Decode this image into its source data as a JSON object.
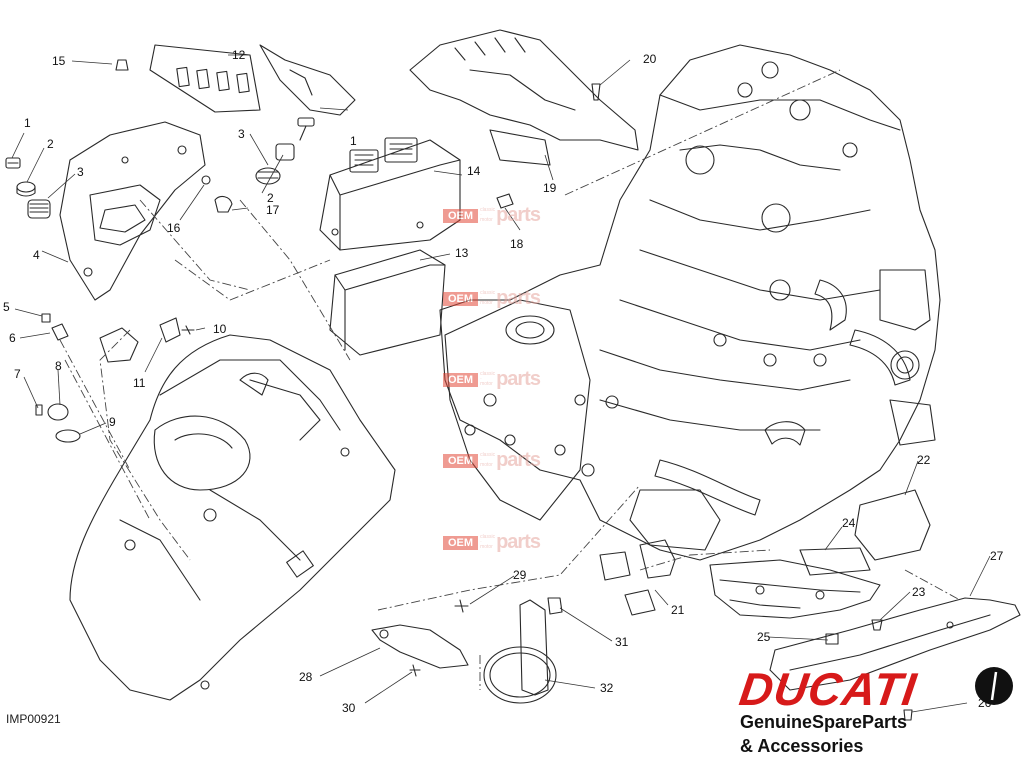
{
  "diagram": {
    "reference_code": "IMP00921",
    "callouts": [
      "1",
      "2",
      "3",
      "4",
      "5",
      "6",
      "7",
      "8",
      "9",
      "10",
      "11",
      "12",
      "13",
      "14",
      "15",
      "16",
      "17",
      "18",
      "19",
      "20",
      "21",
      "22",
      "23",
      "24",
      "25",
      "26",
      "27",
      "28",
      "29",
      "30",
      "31",
      "32"
    ],
    "watermark": {
      "badge": "OEM",
      "word": "parts",
      "small": "classic · motor"
    }
  },
  "brand": {
    "name": "DUCATI",
    "tagline_line1": "GenuineSpareParts",
    "tagline_line2": "& Accessories",
    "colors": {
      "red": "#d71a1a",
      "black": "#111111"
    }
  }
}
